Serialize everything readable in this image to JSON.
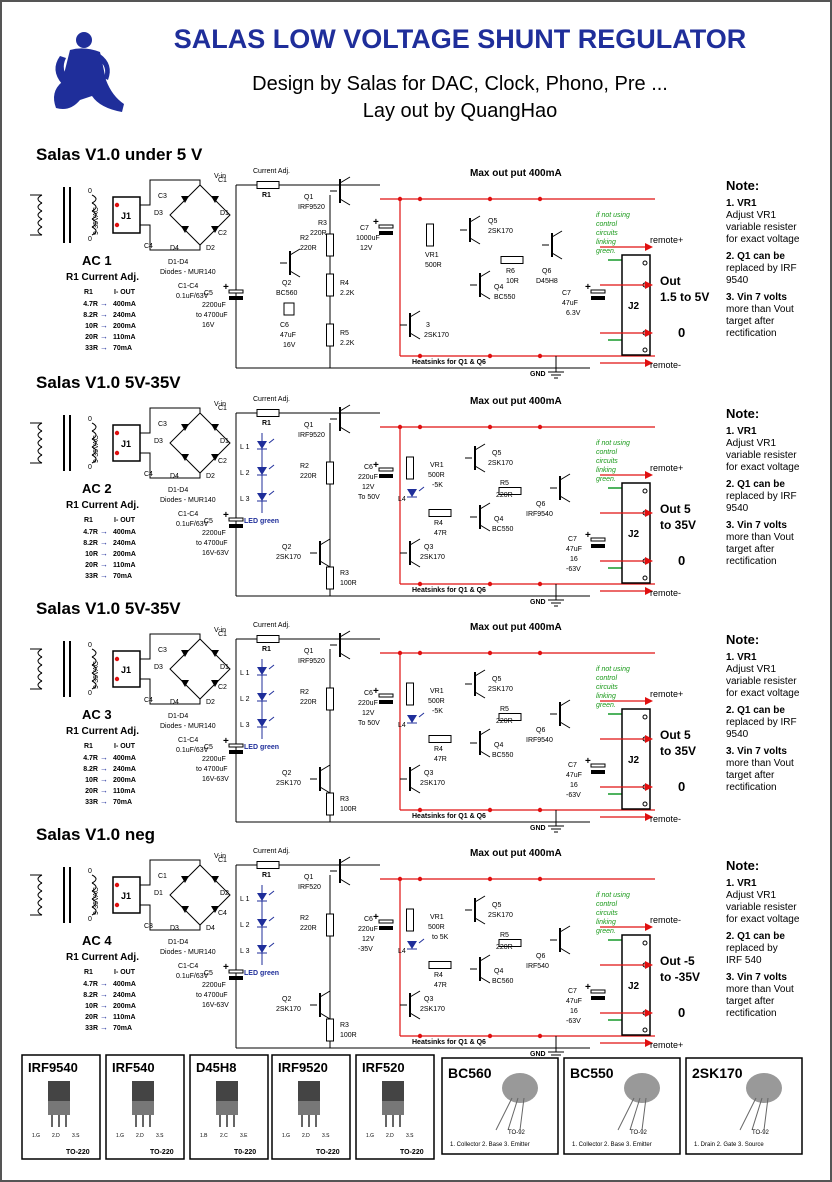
{
  "header": {
    "title": "SALAS LOW VOLTAGE SHUNT REGULATOR",
    "subtitle1": "Design by Salas for DAC, Clock, Phono, Pre ...",
    "subtitle2": "Lay out by QuangHao"
  },
  "colors": {
    "accent": "#1f2e9a",
    "rail": "#e01010",
    "ground": "#159a2a",
    "note_green": "#1a9a1a",
    "border": "#555555"
  },
  "icons": {
    "logo": "meditating-figure-logo"
  },
  "sections": [
    {
      "title": "Salas V1.0 under 5 V",
      "ac_label": "AC 1",
      "out_label1": "Out",
      "out_label2": "1.5 to 5V",
      "labels": {
        "max_out": "Max out put 400mA",
        "vin": "V-in",
        "current_adj": "Current Adj.",
        "r1": "R1",
        "q1a": "Q1",
        "q1b": "IRF9520",
        "c3": "C3",
        "c1": "C1",
        "d3": "D3",
        "d1": "D1",
        "c4": "C4",
        "c2": "C2",
        "d4": "D4",
        "d2": "D2",
        "diodes1": "D1-D4",
        "diodes2": "Diodes - MUR140",
        "caps1": "C1-C4",
        "caps2": "0.1uF/63V",
        "c5a": "C5",
        "c5b": "2200uF",
        "c5c": "to 4700uF",
        "c5d": "16V",
        "r2a": "R2",
        "r2b": "220R",
        "q2a": "Q2",
        "q2b": "BC560",
        "r3a": "R3",
        "r3b": "220R",
        "r4a": "R4",
        "r4b": "2.2K",
        "c6a": "C6",
        "c6b": "47uF",
        "c6c": "16V",
        "r5a": "R5",
        "r5b": "2.2K",
        "c7a": "C7",
        "c7b": "1000uF",
        "c7c": "12V",
        "vr1a": "VR1",
        "vr1b": "500R",
        "q5a": "Q5",
        "q5b": "2SK170",
        "r6a": "R6",
        "r6b": "10R",
        "q6a": "Q6",
        "q6b": "D45H8",
        "q4a": "Q4",
        "q4b": "BC550",
        "q3a": "3",
        "q3b": "2SK170",
        "c8a": "C7",
        "c8b": "47uF",
        "c8c": "6.3V",
        "green_note1": "if not using",
        "green_note2": "control",
        "green_note3": "circuits",
        "green_note4": "linking",
        "green_note5": "green.",
        "remote_plus": "remote+",
        "remote_minus": "remote-",
        "out_zero": "0",
        "j2": "J2",
        "j1": "J1",
        "gnd": "GND",
        "heatsinks": "Heatsinks for Q1 & Q6",
        "vac": "9-35VAC"
      },
      "current_table": {
        "title": "R1 Current Adj.",
        "h1": "R1",
        "h2": "I- OUT",
        "rows": [
          [
            "4.7R",
            "400mA"
          ],
          [
            "8.2R",
            "240mA"
          ],
          [
            "10R",
            "200mA"
          ],
          [
            "20R",
            "110mA"
          ],
          [
            "33R",
            "70mA"
          ]
        ]
      },
      "note": {
        "title": "Note:",
        "l1": "1. VR1",
        "l2": "Adjust VR1",
        "l3": "variable resister",
        "l4": "for exact voltage",
        "l5": "2. Q1 can be",
        "l6": "replaced by IRF",
        "l7": "9540",
        "l8": "3. Vin 7 volts",
        "l9": "more than Vout",
        "l10": "target after",
        "l11": "rectification"
      }
    },
    {
      "title": "Salas V1.0 5V-35V",
      "ac_label": "AC 2",
      "out_label1": "Out 5",
      "out_label2": "to 35V",
      "labels": {
        "max_out": "Max out put 400mA",
        "vin": "V-in",
        "current_adj": "Current Adj.",
        "r1": "R1",
        "q1a": "Q1",
        "q1b": "IRF9520",
        "c3": "C3",
        "c1": "C1",
        "d3": "D3",
        "d1": "D1",
        "c4": "C4",
        "c2": "C2",
        "d4": "D4",
        "d2": "D2",
        "diodes1": "D1-D4",
        "diodes2": "Diodes - MUR140",
        "caps1": "C1-C4",
        "caps2": "0.1uF/63V",
        "c5a": "C5",
        "c5b": "2200uF",
        "c5c": "to 4700uF",
        "c5d": "16V-63V",
        "l1": "L 1",
        "l2": "L 2",
        "l3": "L 3",
        "led": "LED green",
        "r2a": "R2",
        "r2b": "220R",
        "q2a": "Q2",
        "q2b": "2SK170",
        "r3a": "R3",
        "r3b": "100R",
        "c6a": "C6",
        "c6b": "220uF",
        "c6c": "12V",
        "c6d": "To 50V",
        "vr1a": "VR1",
        "vr1b": "500R",
        "vr1c": "-5K",
        "l4": "L4",
        "r4a": "R4",
        "r4b": "47R",
        "q5a": "Q5",
        "q5b": "2SK170",
        "r5a": "R5",
        "r5b": "220R",
        "q6a": "Q6",
        "q6b": "IRF9540",
        "q4a": "Q4",
        "q4b": "BC550",
        "q3a": "Q3",
        "q3b": "2SK170",
        "c7a": "C7",
        "c7b": "47uF",
        "c7c": "16",
        "c7d": "-63V",
        "green_note1": "if not using",
        "green_note2": "control",
        "green_note3": "circuits",
        "green_note4": "linking",
        "green_note5": "green.",
        "remote_plus": "remote+",
        "remote_minus": "remote-",
        "out_zero": "0",
        "j2": "J2",
        "j1": "J1",
        "gnd": "GND",
        "heatsinks": "Heatsinks for Q1 & Q6",
        "vac": "9-35VAC"
      },
      "current_table": {
        "title": "R1 Current Adj.",
        "h1": "R1",
        "h2": "I- OUT",
        "rows": [
          [
            "4.7R",
            "400mA"
          ],
          [
            "8.2R",
            "240mA"
          ],
          [
            "10R",
            "200mA"
          ],
          [
            "20R",
            "110mA"
          ],
          [
            "33R",
            "70mA"
          ]
        ]
      },
      "note": {
        "title": "Note:",
        "l1": "1. VR1",
        "l2": "Adjust VR1",
        "l3": "variable resister",
        "l4": "for exact voltage",
        "l5": "2. Q1 can be",
        "l6": "replaced by IRF",
        "l7": "9540",
        "l8": "3. Vin 7 volts",
        "l9": "more than Vout",
        "l10": "target after",
        "l11": "rectification"
      }
    },
    {
      "title": "Salas V1.0 5V-35V",
      "ac_label": "AC 3",
      "out_label1": "Out 5",
      "out_label2": "to 35V",
      "labels": {
        "max_out": "Max out put 400mA",
        "vin": "V-in",
        "current_adj": "Current Adj.",
        "r1": "R1",
        "q1a": "Q1",
        "q1b": "IRF9520",
        "c3": "C3",
        "c1": "C1",
        "d3": "D3",
        "d1": "D1",
        "c4": "C4",
        "c2": "C2",
        "d4": "D4",
        "d2": "D2",
        "diodes1": "D1-D4",
        "diodes2": "Diodes - MUR140",
        "caps1": "C1-C4",
        "caps2": "0.1uF/63V",
        "c5a": "C5",
        "c5b": "2200uF",
        "c5c": "to 4700uF",
        "c5d": "16V-63V",
        "l1": "L 1",
        "l2": "L 2",
        "l3": "L 3",
        "led": "LED green",
        "r2a": "R2",
        "r2b": "220R",
        "q2a": "Q2",
        "q2b": "2SK170",
        "r3a": "R3",
        "r3b": "100R",
        "c6a": "C6",
        "c6b": "220uF",
        "c6c": "12V",
        "c6d": "To 50V",
        "vr1a": "VR1",
        "vr1b": "500R",
        "vr1c": "-5K",
        "l4": "L4",
        "r4a": "R4",
        "r4b": "47R",
        "q5a": "Q5",
        "q5b": "2SK170",
        "r5a": "R5",
        "r5b": "220R",
        "q6a": "Q6",
        "q6b": "IRF9540",
        "q4a": "Q4",
        "q4b": "BC550",
        "q3a": "Q3",
        "q3b": "2SK170",
        "c7a": "C7",
        "c7b": "47uF",
        "c7c": "16",
        "c7d": "-63V",
        "green_note1": "if not using",
        "green_note2": "control",
        "green_note3": "circuits",
        "green_note4": "linking",
        "green_note5": "green.",
        "remote_plus": "remote+",
        "remote_minus": "remote-",
        "out_zero": "0",
        "j2": "J2",
        "j1": "J1",
        "gnd": "GND",
        "heatsinks": "Heatsinks for Q1 & Q6",
        "vac": "9-35VAC"
      },
      "current_table": {
        "title": "R1 Current Adj.",
        "h1": "R1",
        "h2": "I- OUT",
        "rows": [
          [
            "4.7R",
            "400mA"
          ],
          [
            "8.2R",
            "240mA"
          ],
          [
            "10R",
            "200mA"
          ],
          [
            "20R",
            "110mA"
          ],
          [
            "33R",
            "70mA"
          ]
        ]
      },
      "note": {
        "title": "Note:",
        "l1": "1. VR1",
        "l2": "Adjust VR1",
        "l3": "variable resister",
        "l4": "for exact voltage",
        "l5": "2. Q1 can be",
        "l6": "replaced by IRF",
        "l7": "9540",
        "l8": "3. Vin 7 volts",
        "l9": "more than Vout",
        "l10": "target after",
        "l11": "rectification"
      }
    },
    {
      "title": "Salas V1.0 neg",
      "ac_label": "AC 4",
      "out_label1": "Out -5",
      "out_label2": "to -35V",
      "labels": {
        "max_out": "Max out put 400mA",
        "vin": "V-in",
        "current_adj": "Current Adj.",
        "r1": "R1",
        "q1a": "Q1",
        "q1b": "IRF520",
        "c3": "C1",
        "c1": "C1",
        "d3": "D1",
        "d1": "D2",
        "c4": "C3",
        "c2": "C4",
        "d4": "D3",
        "d2": "D4",
        "diodes1": "D1-D4",
        "diodes2": "Diodes - MUR140",
        "caps1": "C1-C4",
        "caps2": "0.1uF/63V",
        "c5a": "C5",
        "c5b": "2200uF",
        "c5c": "to 4700uF",
        "c5d": "16V-63V",
        "l1": "L 1",
        "l2": "L 2",
        "l3": "L 3",
        "led": "LED green",
        "r2a": "R2",
        "r2b": "220R",
        "q2a": "Q2",
        "q2b": "2SK170",
        "r3a": "R3",
        "r3b": "100R",
        "c6a": "C6",
        "c6b": "220uF",
        "c6c": "12V",
        "c6d": "-35V",
        "vr1a": "VR1",
        "vr1b": "500R",
        "vr1c": "to 5K",
        "l4": "L4",
        "r4a": "R4",
        "r4b": "47R",
        "q5a": "Q5",
        "q5b": "2SK170",
        "r5a": "R5",
        "r5b": "220R",
        "q6a": "Q6",
        "q6b": "IRF540",
        "q4a": "Q4",
        "q4b": "BC560",
        "q3a": "Q3",
        "q3b": "2SK170",
        "c7a": "C7",
        "c7b": "47uF",
        "c7c": "16",
        "c7d": "-63V",
        "green_note1": "if not using",
        "green_note2": "control",
        "green_note3": "circuits",
        "green_note4": "linking",
        "green_note5": "green.",
        "remote_plus": "remote-",
        "remote_minus": "remote+",
        "out_zero": "0",
        "j2": "J2",
        "j1": "J1",
        "gnd": "GND",
        "heatsinks": "Heatsinks for Q1 & Q6",
        "vac": "9-35VAC"
      },
      "current_table": {
        "title": "R1 Current Adj.",
        "h1": "R1",
        "h2": "I- OUT",
        "rows": [
          [
            "4.7R",
            "400mA"
          ],
          [
            "8.2R",
            "240mA"
          ],
          [
            "10R",
            "200mA"
          ],
          [
            "20R",
            "110mA"
          ],
          [
            "33R",
            "70mA"
          ]
        ]
      },
      "note": {
        "title": "Note:",
        "l1": "1. VR1",
        "l2": "Adjust VR1",
        "l3": "variable resister",
        "l4": "for exact voltage",
        "l5": "2. Q1 can be",
        "l6": "replaced by",
        "l7": "IRF 540",
        "l8": "3. Vin 7 volts",
        "l9": "more than Vout",
        "l10": "target after",
        "l11": "rectification"
      }
    }
  ],
  "pinouts": {
    "to220": [
      {
        "name": "IRF9540",
        "package": "TO-220",
        "pins": [
          "1.G",
          "2.D",
          "3.S"
        ]
      },
      {
        "name": "IRF540",
        "package": "TO-220",
        "pins": [
          "1.G",
          "2.D",
          "3.S"
        ]
      },
      {
        "name": "D45H8",
        "package": "T0-220",
        "pins": [
          "1.B",
          "2.C",
          "3.E"
        ]
      },
      {
        "name": "IRF9520",
        "package": "TO-220",
        "pins": [
          "1.G",
          "2.D",
          "3.S"
        ]
      },
      {
        "name": "IRF520",
        "package": "TO-220",
        "pins": [
          "1.G",
          "2.D",
          "3.S"
        ]
      }
    ],
    "to92": [
      {
        "name": "BC560",
        "package": "TO-92",
        "pins": "1. Collector  2. Base  3. Emitter"
      },
      {
        "name": "BC550",
        "package": "TO-92",
        "pins": "1. Collector  2. Base  3. Emitter"
      },
      {
        "name": "2SK170",
        "package": "TO-92",
        "pins": "1. Drain  2. Gate  3. Source"
      }
    ]
  }
}
